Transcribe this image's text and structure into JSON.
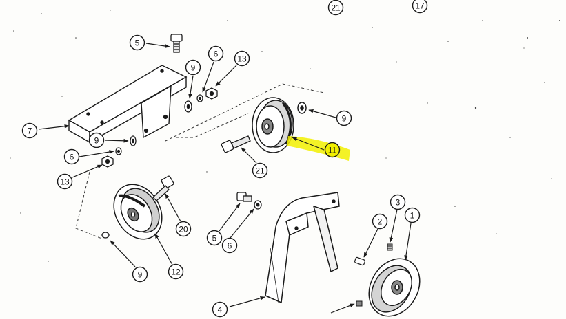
{
  "diagram": {
    "callouts": [
      {
        "id": "c-21-top",
        "label": "21"
      },
      {
        "id": "c-17-top",
        "label": "17"
      },
      {
        "id": "c-5-bolt",
        "label": "5"
      },
      {
        "id": "c-9-upper",
        "label": "9"
      },
      {
        "id": "c-6-upper",
        "label": "6"
      },
      {
        "id": "c-13-upper",
        "label": "13"
      },
      {
        "id": "c-7-bracket",
        "label": "7"
      },
      {
        "id": "c-9-left",
        "label": "9"
      },
      {
        "id": "c-6-left",
        "label": "6"
      },
      {
        "id": "c-13-left",
        "label": "13"
      },
      {
        "id": "c-9-right",
        "label": "9"
      },
      {
        "id": "c-11-pulley",
        "label": "11"
      },
      {
        "id": "c-21-mid",
        "label": "21"
      },
      {
        "id": "c-20-bolt",
        "label": "20"
      },
      {
        "id": "c-12-pulley",
        "label": "12"
      },
      {
        "id": "c-9-bottom",
        "label": "9"
      },
      {
        "id": "c-5-lower",
        "label": "5"
      },
      {
        "id": "c-6-lower",
        "label": "6"
      },
      {
        "id": "c-2-key",
        "label": "2"
      },
      {
        "id": "c-3-setscrew",
        "label": "3"
      },
      {
        "id": "c-1-pulley",
        "label": "1"
      },
      {
        "id": "c-4-arm",
        "label": "4"
      }
    ],
    "highlight_color": "#f2f000",
    "ink_color": "#1a1a1a"
  }
}
